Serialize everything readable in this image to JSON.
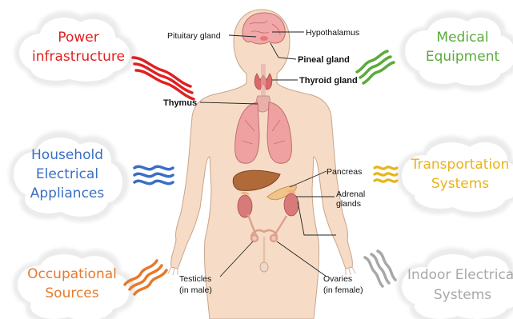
{
  "sources": [
    {
      "id": "power",
      "lines": [
        "Power",
        "infrastructure"
      ],
      "color": "#e02020"
    },
    {
      "id": "household",
      "lines": [
        "Household",
        "Electrical",
        "Appliances"
      ],
      "color": "#3a6fc4"
    },
    {
      "id": "occupational",
      "lines": [
        "Occupational",
        "Sources"
      ],
      "color": "#e8792a"
    },
    {
      "id": "medical",
      "lines": [
        "Medical",
        "Equipment"
      ],
      "color": "#5aab3c"
    },
    {
      "id": "transport",
      "lines": [
        "Transportation",
        "Systems"
      ],
      "color": "#e8b418"
    },
    {
      "id": "indoor",
      "lines": [
        "Indoor Electrical",
        "Systems"
      ],
      "color": "#a8a8a8"
    }
  ],
  "organs": {
    "pituitary": "Pituitary gland",
    "hypothalamus": "Hypothalamus",
    "pineal": "Pineal gland",
    "thyroid": "Thyroid gland",
    "thymus": "Thymus",
    "pancreas": "Pancreas",
    "adrenal_1": "Adrenal",
    "adrenal_2": "glands",
    "testicles_1": "Testicles",
    "testicles_2": "(in male)",
    "ovaries_1": "Ovaries",
    "ovaries_2": "(in female)"
  }
}
